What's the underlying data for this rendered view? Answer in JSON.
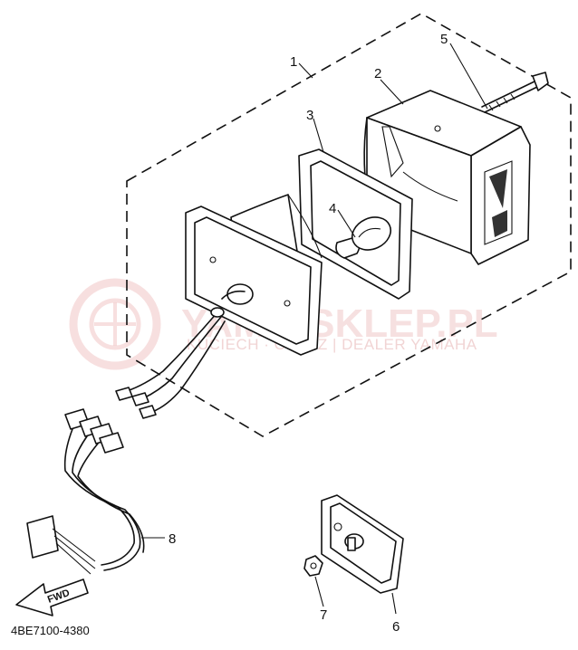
{
  "callouts": {
    "c1": "1",
    "c2": "2",
    "c3": "3",
    "c4": "4",
    "c5": "5",
    "c6": "6",
    "c7": "7",
    "c8": "8"
  },
  "watermark": {
    "brand": "YAMA-SKLEP.PL",
    "subtitle": "KUCIECH · OWICZ | DEALER YAMAHA"
  },
  "direction_label": "FWD",
  "part_code": "4BE7100-4380"
}
